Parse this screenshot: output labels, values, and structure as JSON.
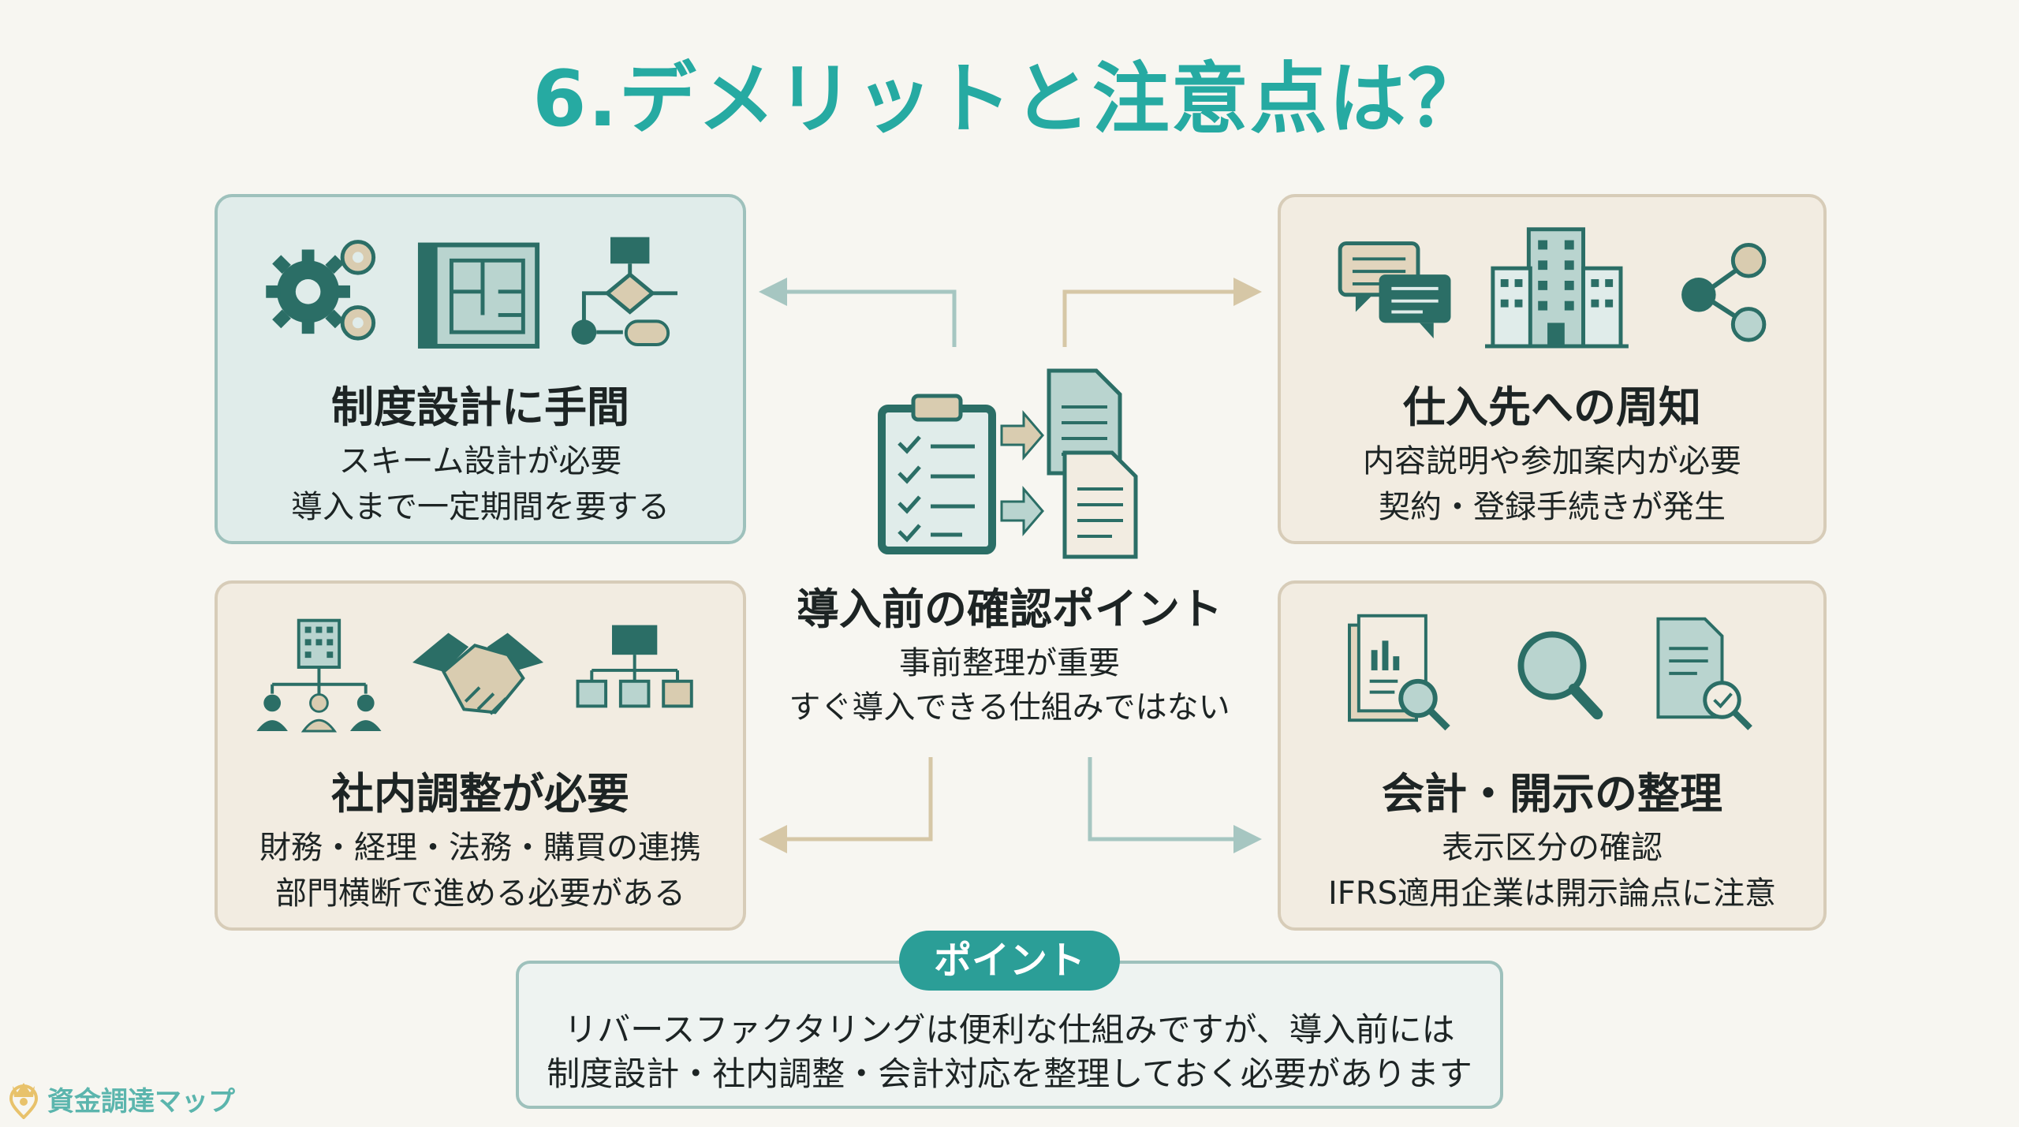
{
  "title": "6.デメリットと注意点は？",
  "cards": [
    {
      "heading": "制度設計に手間",
      "lines": [
        "スキーム設計が必要",
        "導入まで一定期間を要する"
      ]
    },
    {
      "heading": "仕入先への周知",
      "lines": [
        "内容説明や参加案内が必要",
        "契約・登録手続きが発生"
      ]
    },
    {
      "heading": "社内調整が必要",
      "lines": [
        "財務・経理・法務・購買の連携",
        "部門横断で進める必要がある"
      ]
    },
    {
      "heading": "会計・開示の整理",
      "lines": [
        "表示区分の確認",
        "IFRS適用企業は開示論点に注意"
      ]
    }
  ],
  "center": {
    "title": "導入前の確認ポイント",
    "lines": [
      "事前整理が重要",
      "すぐ導入できる仕組みではない"
    ]
  },
  "point": {
    "label": "ポイント",
    "lines": [
      "リバースファクタリングは便利な仕組みですが、導入前には",
      "制度設計・社内調整・会計対応を整理しておく必要があります"
    ]
  },
  "brand": "資金調達マップ",
  "colors": {
    "accent": "#26aaa2",
    "dark_teal": "#2b6e66",
    "teal_card": "#e0ecea",
    "beige_card": "#f2ece1",
    "tan": "#d9ccb0"
  }
}
